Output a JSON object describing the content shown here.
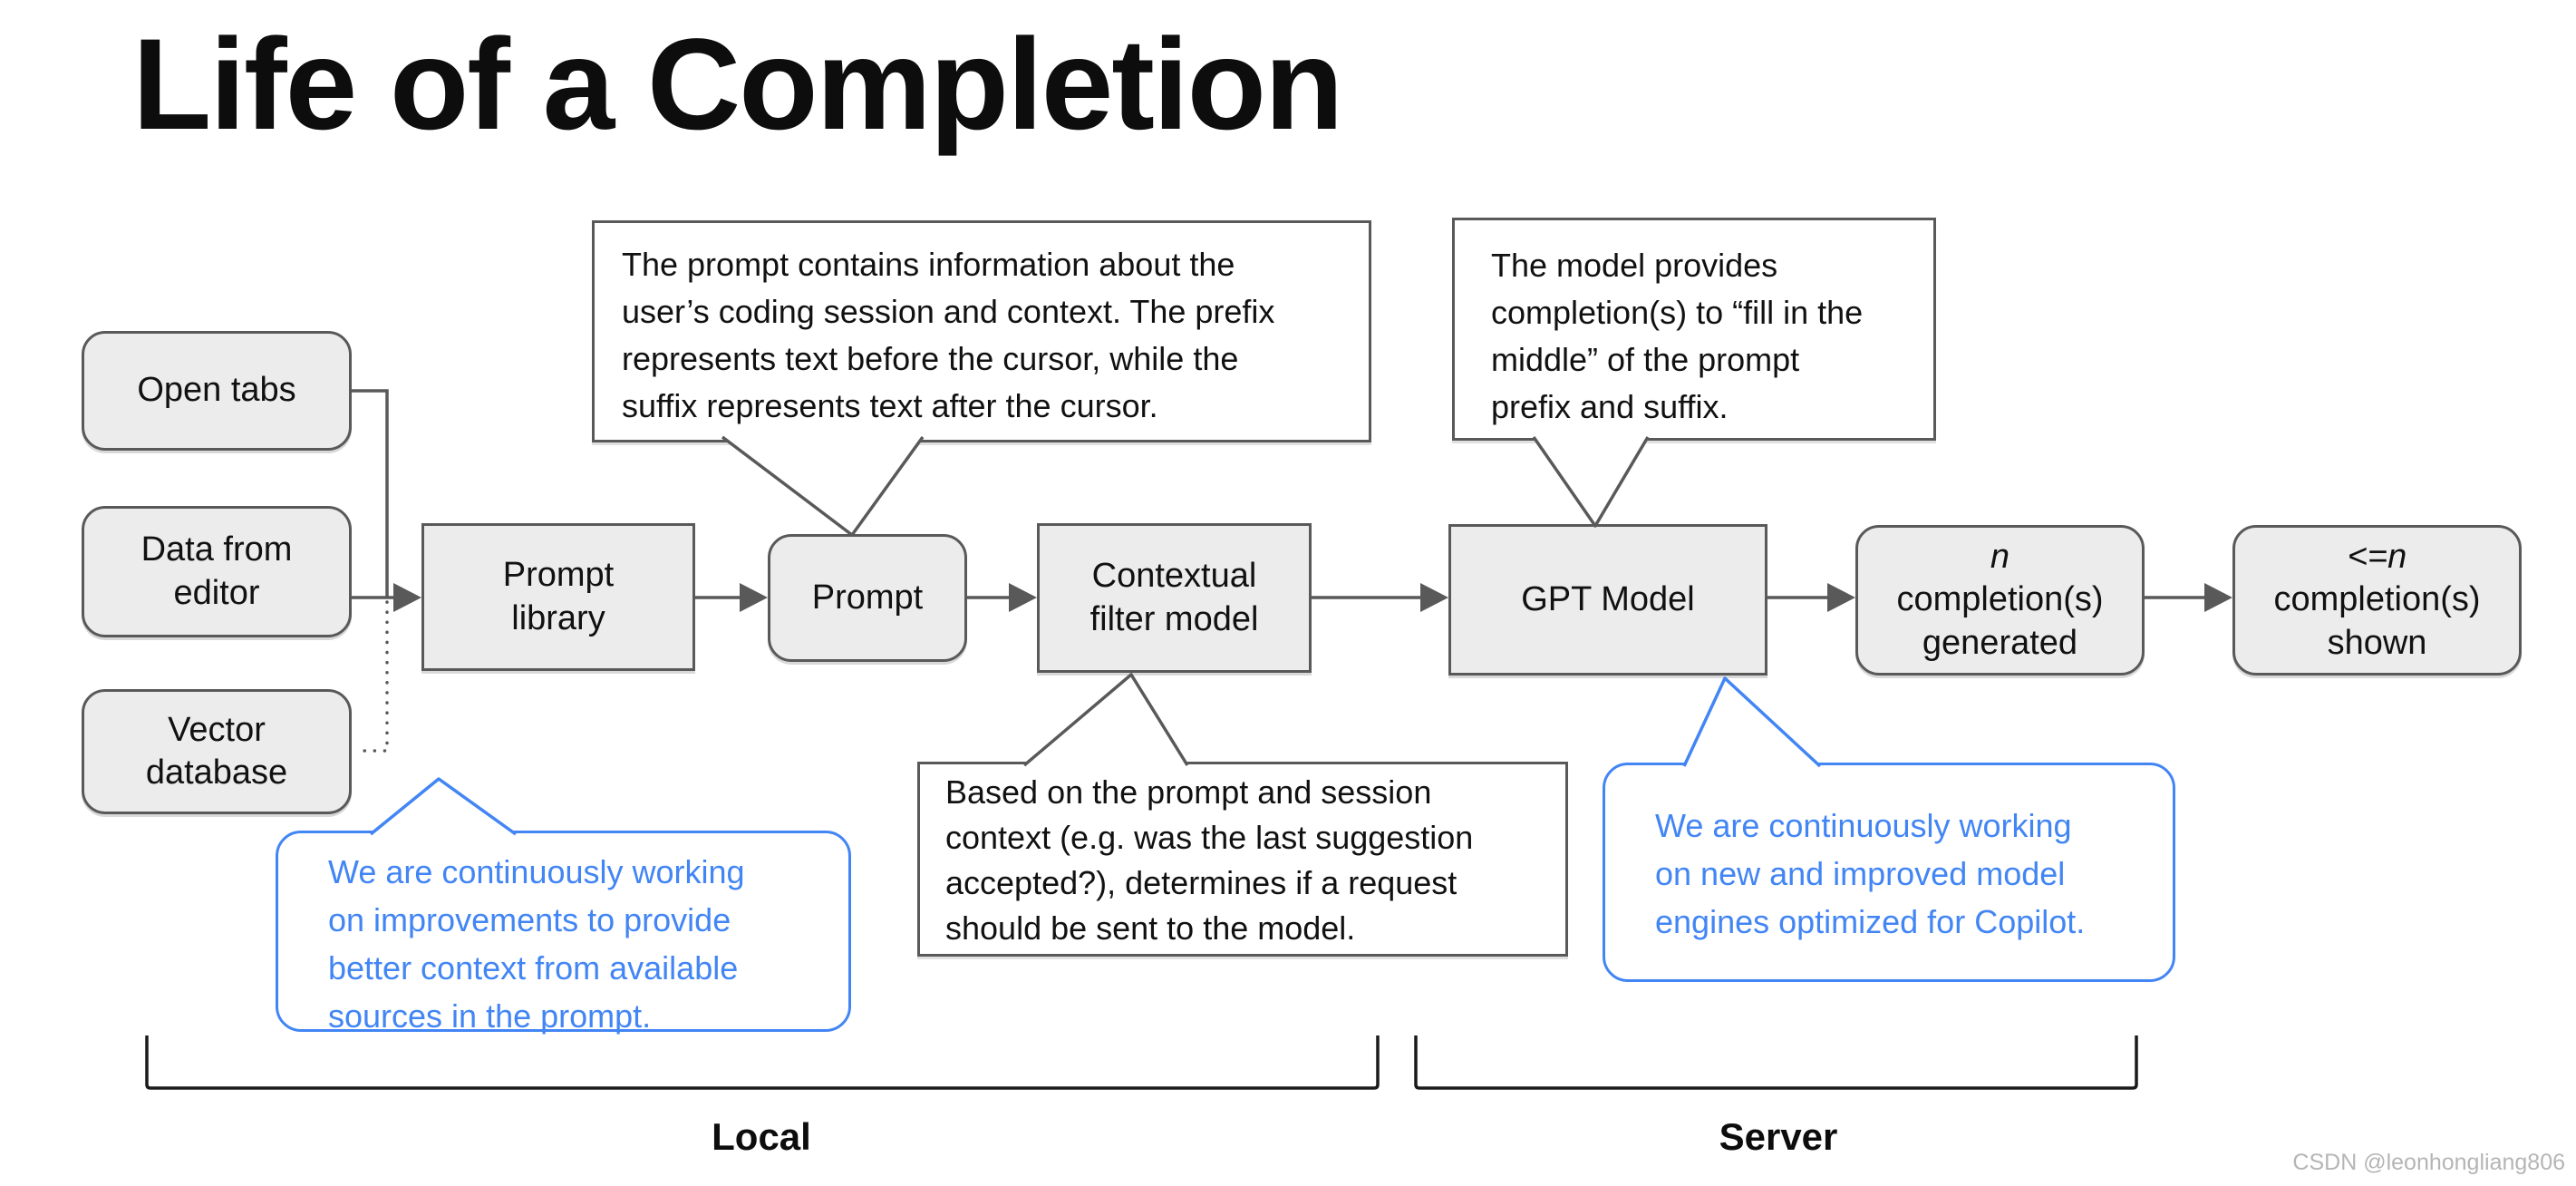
{
  "title": "Life of a Completion",
  "colors": {
    "line_gray": "#595959",
    "box_fill": "#ececec",
    "box_border": "#595959",
    "blue_accent": "#4285f4",
    "watermark_gray": "#b5b5b5"
  },
  "nodes": {
    "open_tabs": {
      "label": "Open tabs"
    },
    "data_from_editor": {
      "label": "Data from\neditor"
    },
    "vector_database": {
      "label": "Vector\ndatabase"
    },
    "prompt_library": {
      "label": "Prompt\nlibrary"
    },
    "prompt": {
      "label": "Prompt"
    },
    "contextual_filter": {
      "label": "Contextual\nfilter model"
    },
    "gpt_model": {
      "label": "GPT Model"
    },
    "n_generated": {
      "variable": "n",
      "label": "completion(s)\ngenerated"
    },
    "lte_shown": {
      "variable": "<=n",
      "label": "completion(s)\nshown"
    }
  },
  "callouts": {
    "prompt_info": {
      "text": "The prompt contains information about the\nuser’s coding session and context. The prefix\nrepresents text before the cursor, while the\nsuffix represents text after the cursor."
    },
    "model_info": {
      "text": "The model provides\ncompletion(s) to “fill in the\nmiddle” of the prompt\nprefix and suffix."
    },
    "filter_info": {
      "text": "Based on the prompt and session\ncontext (e.g. was the last suggestion\naccepted?), determines if a request\nshould be sent to the model."
    }
  },
  "notes": {
    "context_note": {
      "text": "We are continuously working\non improvements to provide\nbetter context from available\nsources in the prompt."
    },
    "model_note": {
      "text": "We are continuously working\non new and improved model\nengines optimized for Copilot."
    }
  },
  "regions": {
    "local": "Local",
    "server": "Server"
  },
  "watermark": "CSDN @leonhongliang806"
}
